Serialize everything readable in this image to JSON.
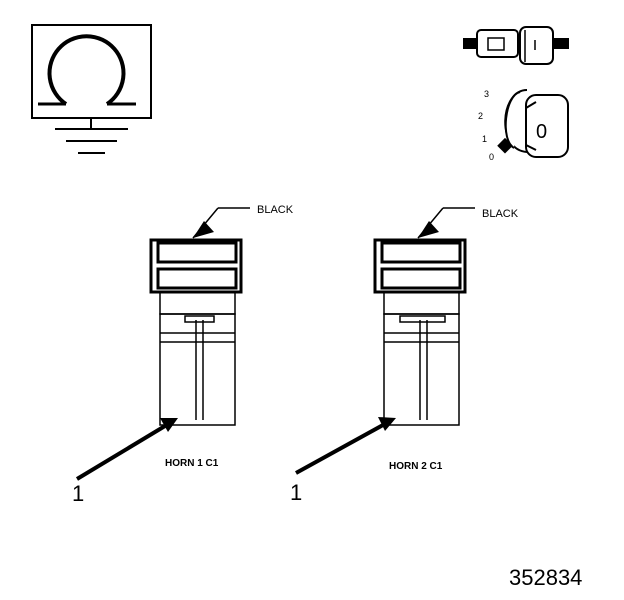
{
  "connectors": [
    {
      "color_label": "BLACK",
      "name": "HORN 1 C1",
      "callout": "1"
    },
    {
      "color_label": "BLACK",
      "name": "HORN 2 C1",
      "callout": "1"
    }
  ],
  "ignition_positions": [
    "3",
    "2",
    "1",
    "0"
  ],
  "key_symbol": "0",
  "figure_number": "352834",
  "icons": [
    "ground-resistance-symbol-icon",
    "inline-connector-icon",
    "ignition-key-icon"
  ]
}
